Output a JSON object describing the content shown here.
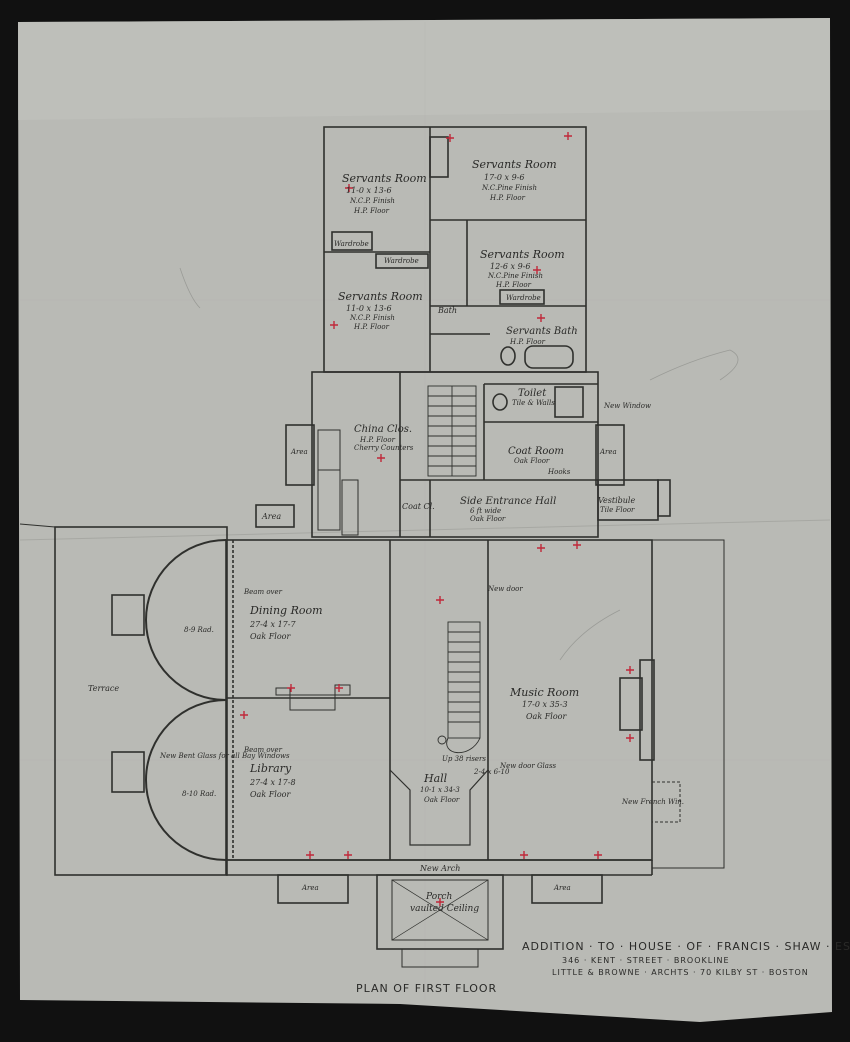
{
  "sheet": {
    "colors": {
      "paper": "#b9bab5",
      "ink": "#2a2a28",
      "marker": "#c0283a",
      "background": "#111111"
    }
  },
  "rooms": {
    "servants_room_1": {
      "name": "Servants Room",
      "dims": "11-0 x 13-6",
      "finish": "N.C.P. Finish",
      "floor": "H.P. Floor"
    },
    "servants_room_2": {
      "name": "Servants Room",
      "dims": "17-0 x 9-6",
      "finish": "N.C.Pine Finish",
      "floor": "H.P. Floor"
    },
    "servants_room_3": {
      "name": "Servants Room",
      "dims": "12-6 x 9-6",
      "finish": "N.C.Pine Finish",
      "floor": "H.P. Floor"
    },
    "servants_room_4": {
      "name": "Servants Room",
      "dims": "11-0 x 13-6",
      "finish": "N.C.P. Finish",
      "floor": "H.P. Floor"
    },
    "servants_bath": {
      "name": "Servants Bath",
      "finish": "H.P. Floor"
    },
    "china_closet": {
      "name": "China Clos.",
      "floor": "H.P. Floor",
      "counter": "Cherry Counters"
    },
    "toilet": {
      "name": "Toilet",
      "finish": "Tile & Walls"
    },
    "coat_room": {
      "name": "Coat Room",
      "floor": "Oak Floor"
    },
    "side_entrance_hall": {
      "name": "Side Entrance Hall",
      "dims": "6 ft wide",
      "floor": "Oak Floor"
    },
    "vestibule": {
      "name": "Vestibule",
      "floor": "Tile Floor"
    },
    "dining_room": {
      "name": "Dining Room",
      "dims": "27-4 x 17-7",
      "floor": "Oak Floor"
    },
    "library": {
      "name": "Library",
      "dims": "27-4 x 17-8",
      "floor": "Oak Floor"
    },
    "hall": {
      "name": "Hall",
      "dims": "10-1 x 34-3",
      "floor": "Oak Floor"
    },
    "music_room": {
      "name": "Music Room",
      "dims": "17-0 x 35-3",
      "floor": "Oak Floor"
    },
    "porch": {
      "name": "Porch",
      "note": "vaulted Ceiling"
    }
  },
  "labels": {
    "wardrobe": "Wardrobe",
    "closet": "Coat Cl.",
    "terrace": "Terrace",
    "area": "Area",
    "new_window": "New Window",
    "new_door": "New door",
    "new_arch": "New Arch",
    "new_french_win": "New French Win.",
    "new_door_glass": "New door Glass",
    "beam_over": "Beam over",
    "hooks": "Hooks",
    "bath": "Bath",
    "door_8x0": "2-4 x 6-10",
    "radius_1": "8-9 Rad.",
    "radius_2": "8-10 Rad.",
    "bay_windows": "New Bent Glass for all Bay Windows",
    "stairs_note": "Up 38 risers"
  },
  "title_block": {
    "line1": "ADDITION · TO · HOUSE · OF · FRANCIS · SHAW · ESQ",
    "line2": "346 · KENT · STREET · BROOKLINE",
    "line3": "LITTLE & BROWNE · ARCHTS · 70 KILBY ST · BOSTON",
    "plan_title": "PLAN OF FIRST FLOOR"
  }
}
